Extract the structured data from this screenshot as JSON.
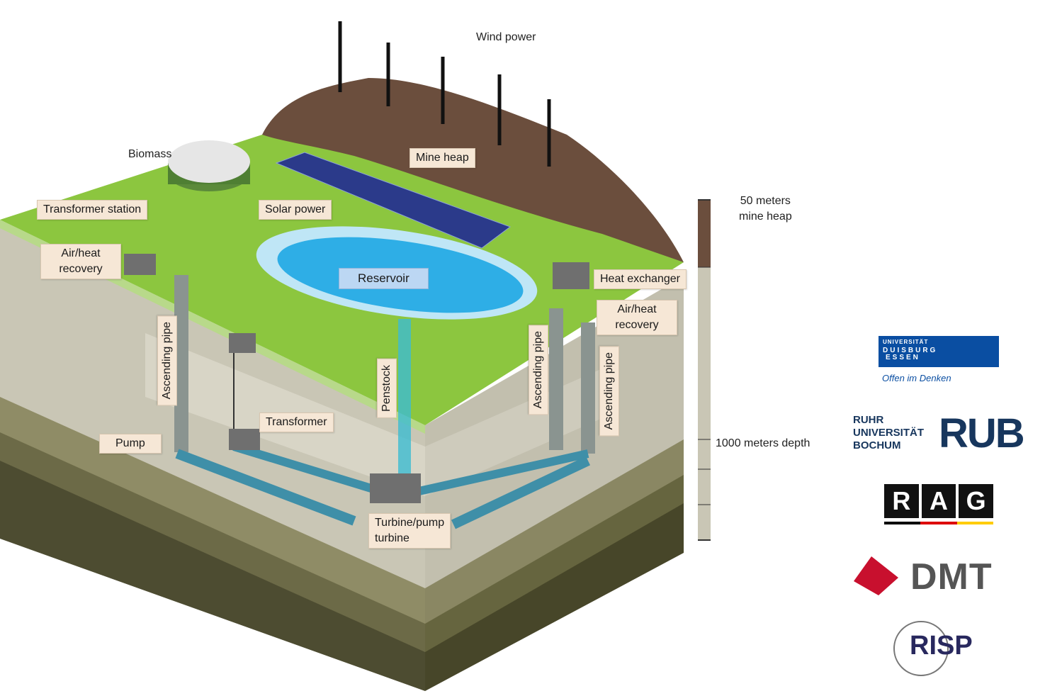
{
  "labels": {
    "wind_power": "Wind power",
    "mine_heap": "Mine heap",
    "biomass": "Biomass",
    "transformer_station": "Transformer station",
    "solar_power": "Solar power",
    "air_heat_recovery_left_line1": "Air/heat",
    "air_heat_recovery_left_line2": "recovery",
    "reservoir": "Reservoir",
    "heat_exchanger": "Heat exchanger",
    "air_heat_recovery_right_line1": "Air/heat",
    "air_heat_recovery_right_line2": "recovery",
    "ascending_pipe_left": "Ascending pipe",
    "ascending_pipe_right_1": "Ascending pipe",
    "ascending_pipe_right_2": "Ascending pipe",
    "penstock": "Penstock",
    "transformer": "Transformer",
    "pump": "Pump",
    "turbine_line1": "Turbine/pump",
    "turbine_line2": "turbine"
  },
  "scale": {
    "top_line1": "50 meters",
    "top_line2": "mine heap",
    "depth": "1000 meters depth"
  },
  "logos": {
    "ude_line1": "UNIVERSITÄT",
    "ude_line2": "DUISBURG",
    "ude_line3": "ESSEN",
    "ude_tagline": "Offen im Denken",
    "rub_line1": "RUHR",
    "rub_line2": "UNIVERSITÄT",
    "rub_line3": "BOCHUM",
    "rub_mark": "RUB",
    "rag_letters": [
      "R",
      "A",
      "G"
    ],
    "dmt": "DMT",
    "risp": "RISP"
  },
  "colors": {
    "grass": "#8cc63f",
    "soil_top": "#d6d3c6",
    "soil_dark": "#4a4a2e",
    "heap": "#6b4e3d",
    "water": "#2eaee6",
    "ude_blue": "#0a4ea2",
    "dmt_red": "#c8102e",
    "rub_blue": "#17365d"
  }
}
